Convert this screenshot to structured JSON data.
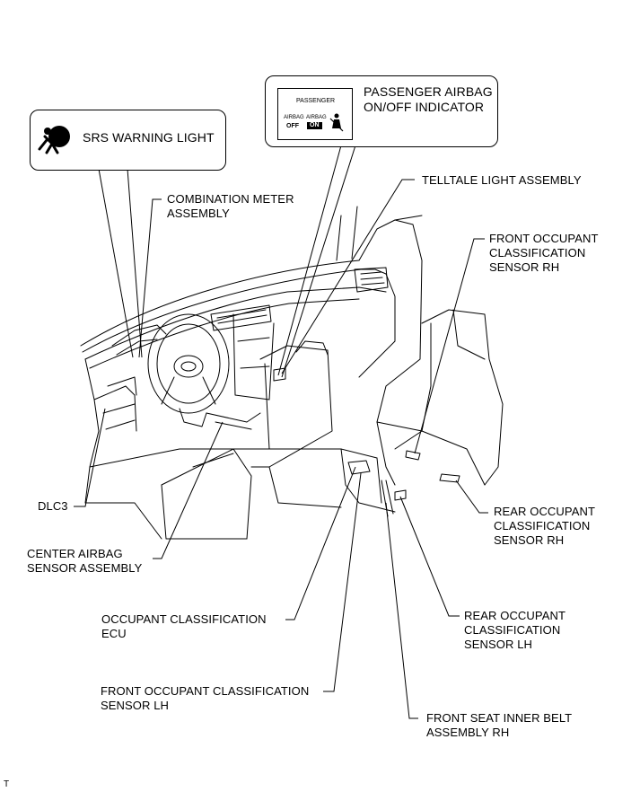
{
  "labels": {
    "srs_warning_light": "SRS WARNING LIGHT",
    "passenger_indicator": [
      "PASSENGER AIRBAG",
      "ON/OFF INDICATOR"
    ],
    "telltale": "TELLTALE LIGHT ASSEMBLY",
    "combination_meter": [
      "COMBINATION METER",
      "ASSEMBLY"
    ],
    "front_occ_rh": [
      "FRONT OCCUPANT",
      "CLASSIFICATION",
      "SENSOR RH"
    ],
    "dlc3": "DLC3",
    "center_airbag": [
      "CENTER AIRBAG",
      "SENSOR ASSEMBLY"
    ],
    "rear_occ_rh": [
      "REAR OCCUPANT",
      "CLASSIFICATION",
      "SENSOR RH"
    ],
    "occ_ecu": [
      "OCCUPANT CLASSIFICATION",
      "ECU"
    ],
    "rear_occ_lh": [
      "REAR OCCUPANT",
      "CLASSIFICATION",
      "SENSOR LH"
    ],
    "front_occ_lh": [
      "FRONT OCCUPANT CLASSIFICATION",
      "SENSOR LH"
    ],
    "front_belt_rh": [
      "FRONT SEAT INNER BELT",
      "ASSEMBLY RH"
    ]
  },
  "indicator_panel": {
    "title": "PASSENGER",
    "off_top": "AIRBAG",
    "off_bottom": "OFF",
    "on_top": "AIRBAG",
    "on_bottom": "ON"
  },
  "footer_mark": "T"
}
